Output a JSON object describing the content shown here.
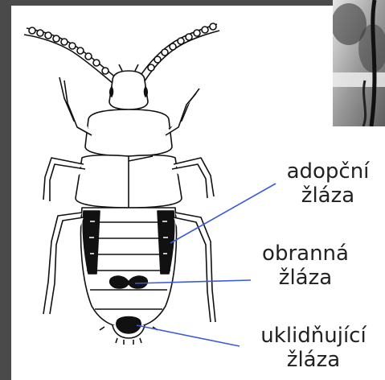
{
  "labels": {
    "adopcni": {
      "line1": "adopční",
      "line2": "žláza"
    },
    "obranna": {
      "line1": "obranná",
      "line2": "žláza"
    },
    "uklidnujici": {
      "line1": "uklidňující",
      "line2": "žláza"
    }
  },
  "colors": {
    "background": "#4a4a4a",
    "panel": "#ffffff",
    "pointer_line": "#3a5bd9",
    "ink": "#111111"
  }
}
